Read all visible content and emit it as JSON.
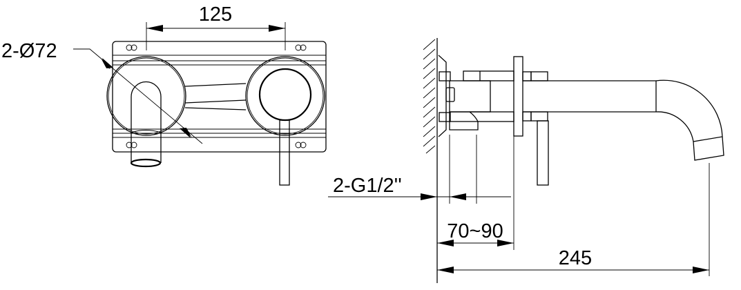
{
  "front_view": {
    "spacing_dimension": "125",
    "diameter_callout": "2-Ø72"
  },
  "side_view": {
    "thread_callout": "2-G1/2''",
    "depth_range_dimension": "70~90",
    "projection_dimension": "245"
  },
  "colors": {
    "line": "#000000",
    "background": "#ffffff"
  }
}
